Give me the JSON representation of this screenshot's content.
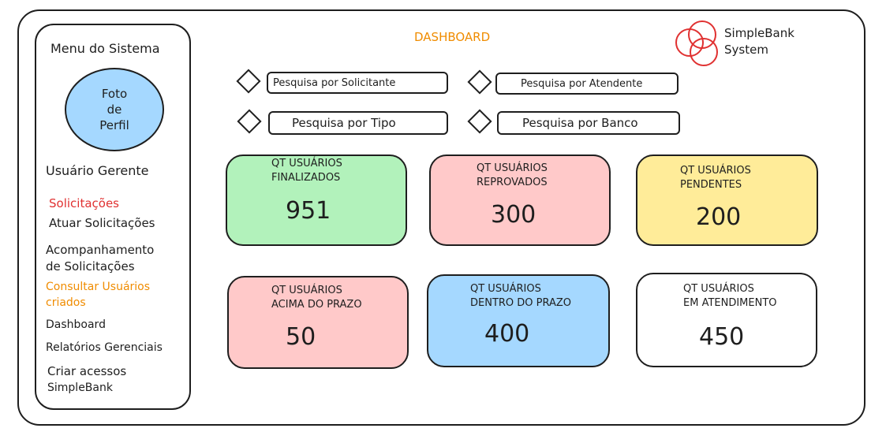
{
  "sidebar": {
    "menu_title": "Menu do Sistema",
    "avatar": [
      "Foto",
      "de",
      "Perfil"
    ],
    "user_role": "Usuário Gerente",
    "items": [
      {
        "label": "Solicitações",
        "color": "#e03131"
      },
      {
        "label": "Atuar Solicitações",
        "color": "#1e1e1e"
      },
      {
        "label": "Acompanhamento",
        "color": "#1e1e1e"
      },
      {
        "label": "de Solicitações",
        "color": "#1e1e1e"
      },
      {
        "label": "Consultar Usuários",
        "color": "#f08c00"
      },
      {
        "label": "criados",
        "color": "#f08c00"
      },
      {
        "label": "Dashboard",
        "color": "#1e1e1e"
      },
      {
        "label": "Relatórios Gerenciais",
        "color": "#1e1e1e"
      },
      {
        "label": "Criar acessos",
        "color": "#1e1e1e"
      },
      {
        "label": "SimpleBank",
        "color": "#1e1e1e"
      }
    ]
  },
  "header": {
    "title": "DASHBOARD",
    "logo_line1": "SimpleBank",
    "logo_line2": "System"
  },
  "filters": [
    {
      "label": "Pesquisa por Solicitante"
    },
    {
      "label": "Pesquisa por Atendente"
    },
    {
      "label": "Pesquisa por Tipo"
    },
    {
      "label": "Pesquisa por Banco"
    }
  ],
  "cards": [
    {
      "label_line1": "QT USUÁRIOS",
      "label_line2": "FINALIZADOS",
      "value": "951",
      "color": "#b2f2bb"
    },
    {
      "label_line1": "QT USUÁRIOS",
      "label_line2": "REPROVADOS",
      "value": "300",
      "color": "#ffc9c9"
    },
    {
      "label_line1": "QT USUÁRIOS",
      "label_line2": "PENDENTES",
      "value": "200",
      "color": "#ffec99"
    },
    {
      "label_line1": "QT USUÁRIOS",
      "label_line2": "ACIMA DO PRAZO",
      "value": "50",
      "color": "#ffc9c9"
    },
    {
      "label_line1": "QT USUÁRIOS",
      "label_line2": "DENTRO DO PRAZO",
      "value": "400",
      "color": "#a5d8ff"
    },
    {
      "label_line1": "QT USUÁRIOS",
      "label_line2": "EM ATENDIMENTO",
      "value": "450",
      "color": "#ffffff"
    }
  ]
}
